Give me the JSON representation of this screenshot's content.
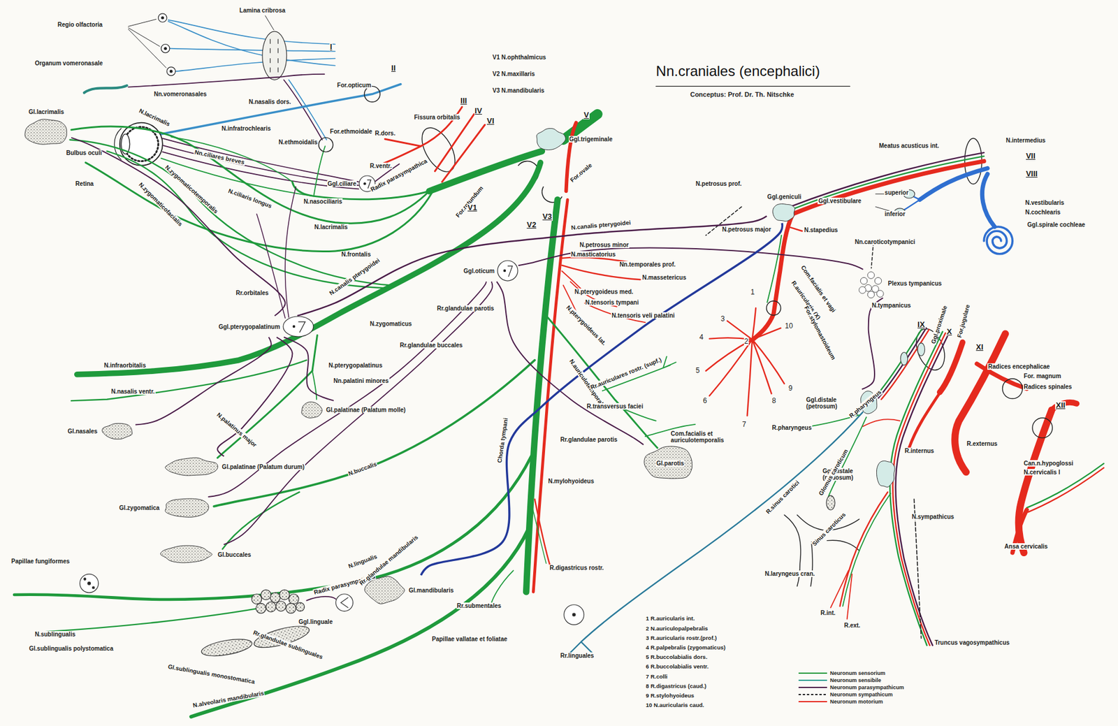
{
  "diagram": {
    "title": "Nn.craniales (encephalici)",
    "caption": "Conceptus: Prof. Dr. Th. Nitschke",
    "nodes": [
      {
        "text": [
          "Gl.lacrimalis"
        ]
      },
      {
        "text": [
          "Ggl.ciliare"
        ]
      },
      {
        "text": [
          "Ggl.trigeminale"
        ]
      },
      {
        "text": [
          "Ggl.pterygopalatinum"
        ]
      },
      {
        "text": [
          "Ggl.oticum"
        ]
      },
      {
        "text": [
          "Ggl.geniculi"
        ]
      },
      {
        "text": [
          "Gl.nasales"
        ]
      },
      {
        "text": [
          "Gl.palatinae (Palatum molle)"
        ]
      },
      {
        "text": [
          "Gl.palatinae (Palatum durum)"
        ]
      },
      {
        "text": [
          "Gl.zygomatica"
        ]
      },
      {
        "text": [
          "Gl.buccales"
        ]
      },
      {
        "text": [
          "Gl.parotis"
        ]
      },
      {
        "text": [
          "Gl.mandibularis"
        ]
      },
      {
        "text": [
          "Plexus tympanicus"
        ]
      },
      {
        "text": [
          "Ggl.distale (petrosum)"
        ]
      },
      {
        "text": [
          "Ggl.distale (nodosum)"
        ]
      }
    ],
    "edges": [
      {
        "from": 3,
        "to": 0,
        "arrow": "none"
      },
      {
        "from": 3,
        "to": 6,
        "arrow": "none"
      },
      {
        "from": 3,
        "to": 7,
        "arrow": "none"
      },
      {
        "from": 3,
        "to": 8,
        "arrow": "none"
      },
      {
        "from": 5,
        "to": 3,
        "arrow": "none"
      },
      {
        "from": 4,
        "to": 11,
        "arrow": "none"
      },
      {
        "from": 4,
        "to": 10,
        "arrow": "none"
      },
      {
        "from": 4,
        "to": 9,
        "arrow": "none"
      },
      {
        "from": 14,
        "to": 13,
        "arrow": "none"
      },
      {
        "from": 13,
        "to": 4,
        "arrow": "none"
      },
      {
        "from": 5,
        "to": 12,
        "arrow": "none"
      }
    ],
    "labels": [
      "Regio olfactoria",
      "Lamina cribrosa",
      "I",
      "Organum vomeronasale",
      "Nn.vomeronasales",
      "N.nasalis dors.",
      "For.opticum",
      "II",
      "N.lacrimalis",
      "N.infratrochlearis",
      "N.ethmoidalis",
      "For.ethmoidale",
      "Nn.ciliares breves",
      "Bulbus oculi",
      "Retina",
      "N.zygomaticotemporalis",
      "N.zygomaticofacialis",
      "Radix parasympathica",
      "N.ciliaris longus",
      "N.nasociliaris",
      "N.lacrimalis",
      "N.frontalis",
      "Fissura orbitalis",
      "R.dors.",
      "R.ventr.",
      "III",
      "IV",
      "VI",
      "V1 N.ophthalmicus",
      "V2 N.maxillaris",
      "V3 N.mandibularis",
      "V",
      "For.rotundum",
      "For.ovale",
      "V1",
      "V2",
      "V3",
      "N.canalis pterygoidei",
      "N.canalis pterygoidei",
      "N.petrosus prof.",
      "N.petrosus major",
      "N.petrosus minor",
      "Meatus acusticus int.",
      "N.intermedius",
      "VII",
      "VIII",
      "N.stapedius",
      "Ggl.vestibulare",
      "superior",
      "inferior",
      "N.vestibularis",
      "N.cochlearis",
      "Ggl.spirale cochleae",
      "Nn.caroticotympanici",
      "Com.facialis et vagi",
      "R.auricularis (X)",
      "For.stylomastoideum",
      "N.tympanicus",
      "Nn.temporales prof.",
      "N.massetericus",
      "N.masticatorius",
      "N.pterygoideus med.",
      "N.tensoris tympani",
      "N.tensoris veli palatini",
      "N.pterygoideus lat.",
      "Rr.glandulae parotis",
      "N.zygomaticus",
      "Rr.glandulae buccales",
      "Rr.orbitales",
      "N.infraorbitalis",
      "N.pterygopalatinus",
      "Nn.palatini minores",
      "N.nasalis ventr.",
      "N.palatinus major",
      "N.buccalis",
      "Chorda tympani",
      "N.mylohyoideus",
      "Papillae fungiformes",
      "N.lingualis",
      "Radix parasympathica",
      "Rr.glandulae mandibularis",
      "R.digastricus rostr.",
      "Rr.submentales",
      "Ggl.linguale",
      "N.sublingualis",
      "Rr.glandulae sublinguales",
      "Papillae vallatae et foliatae",
      "Rr.linguales",
      "Gl.sublingualis polystomatica",
      "Gl.sublingualis monostomatica",
      "N.alveolaris mandibularis",
      "N.auriculotemporalis",
      "Rr.auriculares rostr. (supf.)",
      "R.transversus faciei",
      "Rr.glandulae parotis",
      "Com.facialis et auriculotemporalis",
      "1",
      "2",
      "3",
      "4",
      "5",
      "6",
      "7",
      "8",
      "9",
      "10",
      "R.pharyngeus",
      "R.pharyngeus",
      "R.sinus carotici",
      "Glomus caroticum",
      "Sinus caroticus",
      "R.internus",
      "N.sympathicus",
      "N.laryngeus cran.",
      "R.int.",
      "R.ext.",
      "Truncus vagosympathicus",
      "IX",
      "X",
      "XI",
      "Ggl.proximale",
      "For.jugulare",
      "Radices encephalicae",
      "For. magnum",
      "Radices spinales",
      "R.externus",
      "XII",
      "Can.n.hypoglossi",
      "N.cervicalis I",
      "Ansa cervicalis",
      "1 R.auricularis int.",
      "2 N.auriculopalpebralis",
      "3 R.auricularis rostr.(prof.)",
      "4 R.palpebralis (zygomaticus)",
      "5 R.buccolabialis dors.",
      "6 R.buccolabialis ventr.",
      "7 R.colli",
      "8 R.digastricus (caud.)",
      "9 R.stylohyoideus",
      "10 N.auricularis caud."
    ],
    "legend": [
      {
        "text": "Neuronum sensorium"
      },
      {
        "text": "Neuronum sensibile"
      },
      {
        "text": "Neuronum parasympathicum"
      },
      {
        "text": "Neuronum sympathicum"
      },
      {
        "text": "Neuronum motorium"
      }
    ]
  }
}
